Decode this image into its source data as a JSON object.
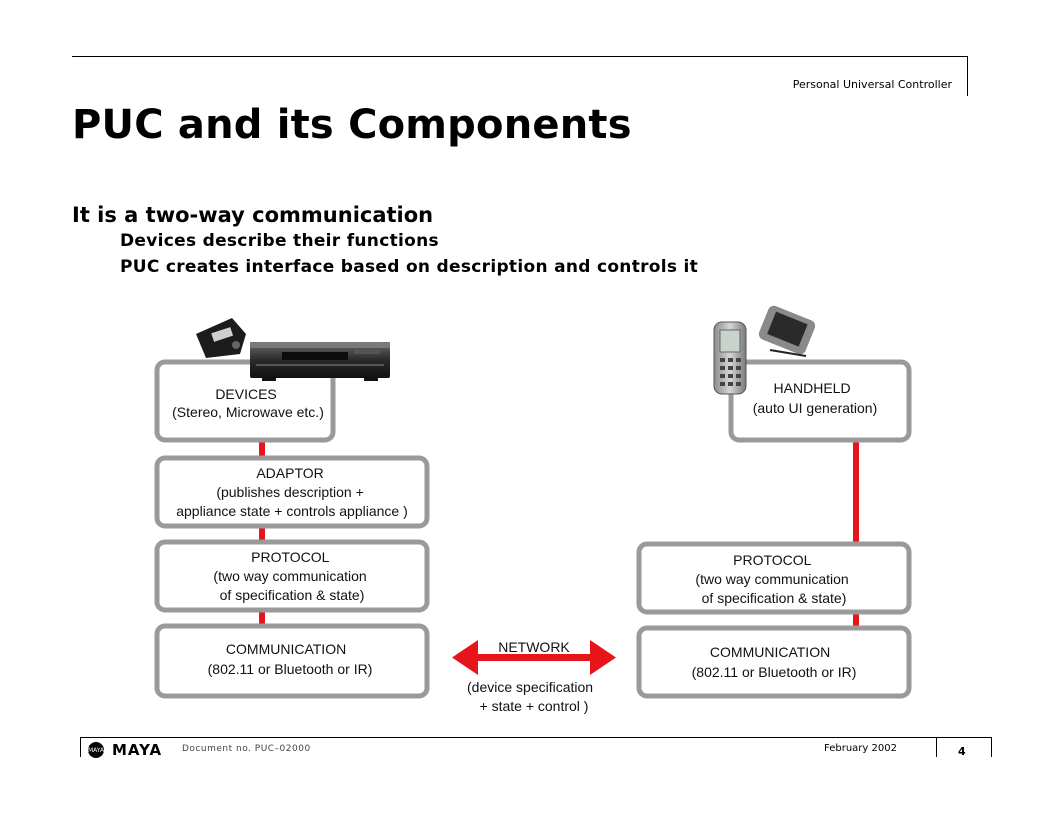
{
  "header": {
    "label": "Personal Universal Controller"
  },
  "title": "PUC and its Components",
  "bullets": {
    "main": "It is a two-way communication",
    "sub": [
      "Devices describe their functions",
      "PUC creates interface based on description and controls it"
    ]
  },
  "diagram": {
    "left_stack": [
      {
        "lines": [
          "DEVICES",
          "(Stereo, Microwave etc.)"
        ]
      },
      {
        "lines": [
          "ADAPTOR",
          "(publishes description +",
          "appliance state + controls appliance )"
        ]
      },
      {
        "lines": [
          "PROTOCOL",
          "(two way communication",
          "of specification & state)"
        ]
      },
      {
        "lines": [
          "COMMUNICATION",
          "(802.11 or Bluetooth or IR)"
        ]
      }
    ],
    "right_stack": [
      {
        "lines": [
          "HANDHELD",
          "(auto UI generation)"
        ]
      },
      {
        "lines": [
          "PROTOCOL",
          "(two way communication",
          "of specification & state)"
        ]
      },
      {
        "lines": [
          "COMMUNICATION",
          "(802.11 or Bluetooth or IR)"
        ]
      }
    ],
    "network": {
      "lines": [
        "NETWORK",
        "(device specification",
        "+ state + control )"
      ]
    },
    "colors": {
      "link": "#e8141b",
      "box_border": "#9a9a9a"
    }
  },
  "footer": {
    "logo_text": "MAYA",
    "logo_mark": "MAYA",
    "document_no": "Document no. PUC–02000",
    "date": "February 2002",
    "page": "4"
  }
}
